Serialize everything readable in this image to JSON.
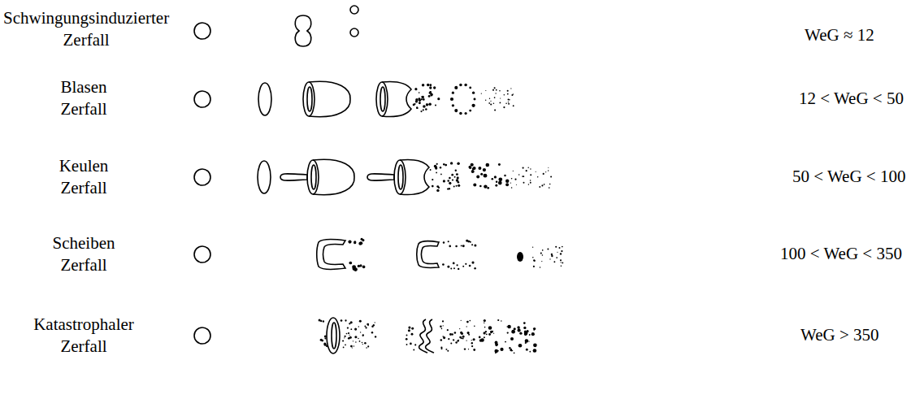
{
  "diagram": {
    "labels": [
      "Schwingungsinduzierter Zerfall",
      "Blasen Zerfall",
      "Keulen Zerfall",
      "Scheiben Zerfall",
      "Katastrophaler Zerfall",
      "WeG ≈ 12",
      "12 < WeG < 50",
      "50 < WeG < 100",
      "100 < WeG < 350",
      "WeG > 350"
    ]
  }
}
